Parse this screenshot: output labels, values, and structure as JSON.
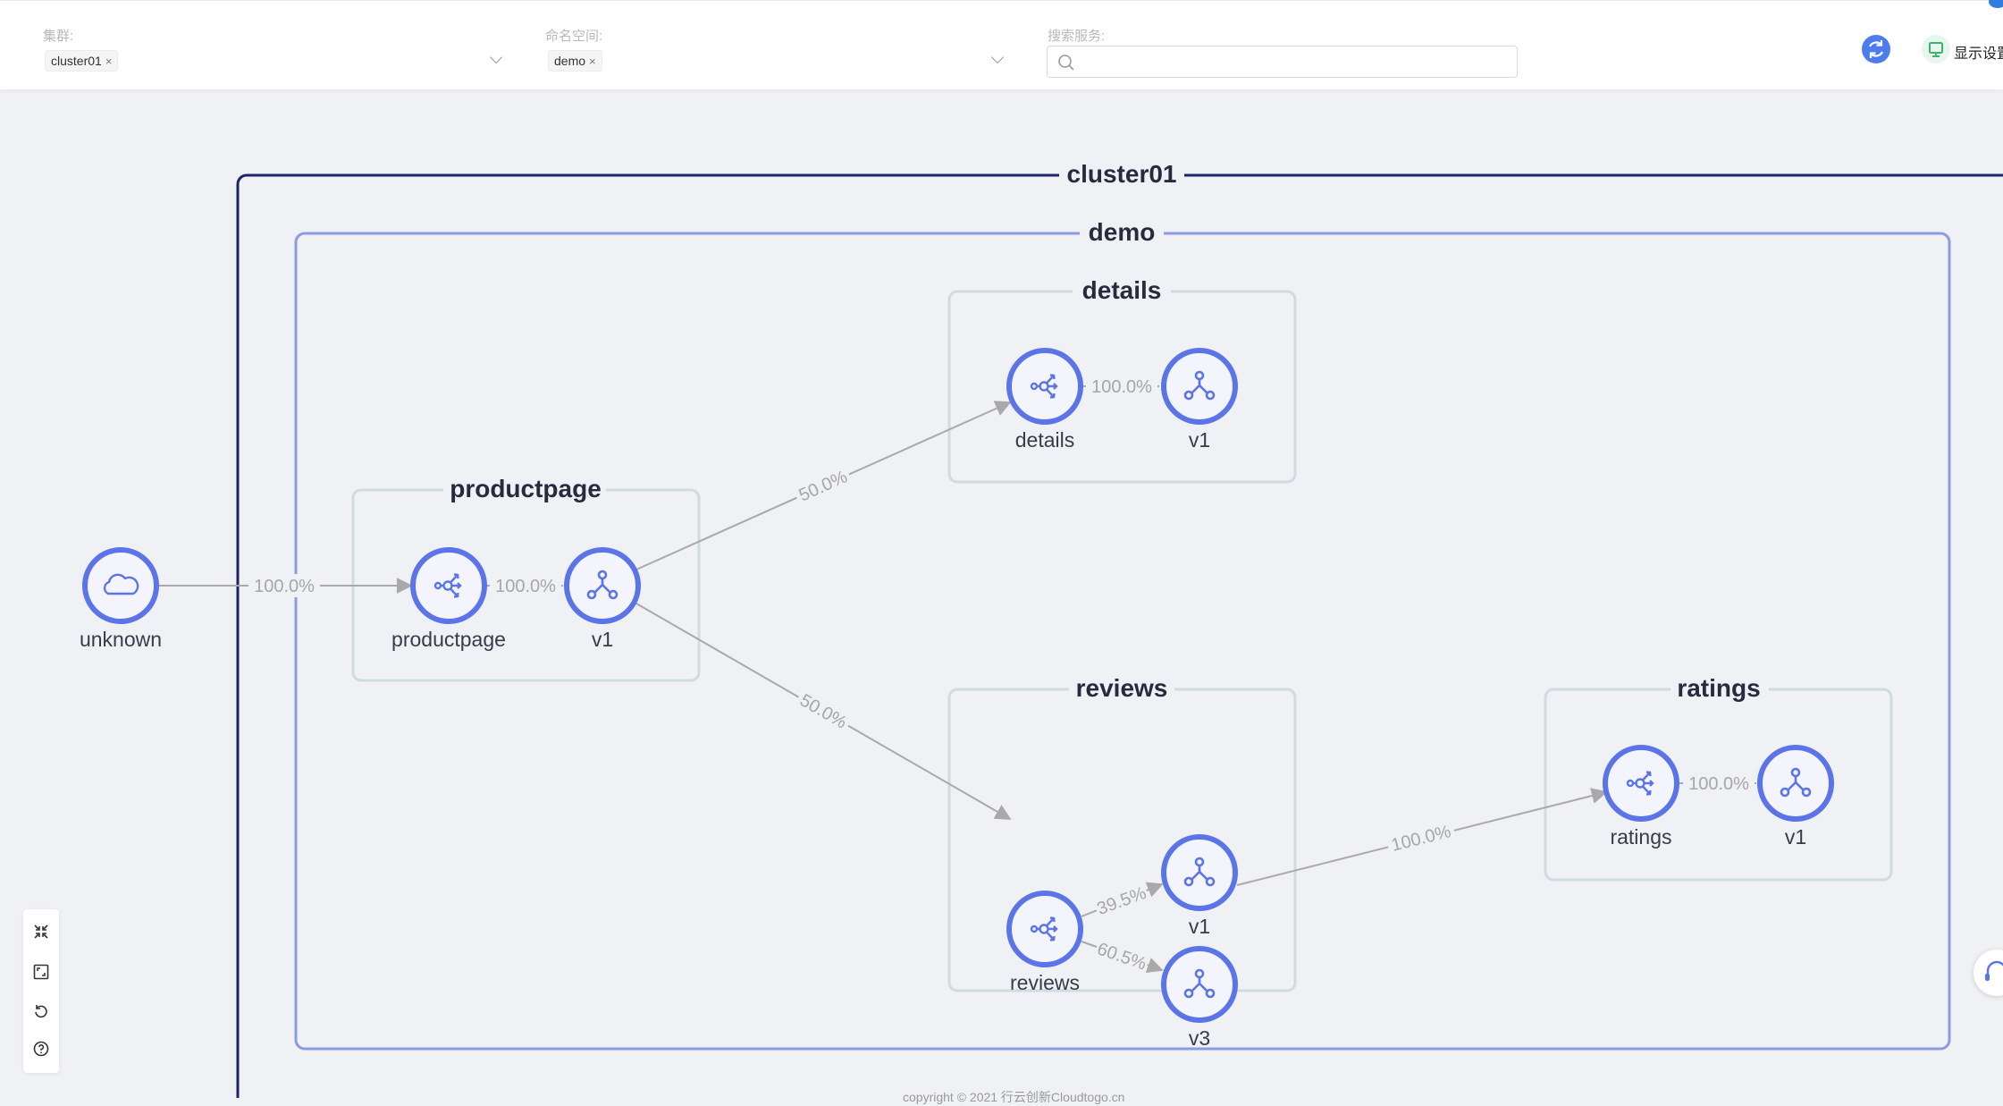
{
  "filters": {
    "cluster_label": "集群:",
    "cluster_tag": "cluster01",
    "namespace_label": "命名空间:",
    "namespace_tag": "demo",
    "search_label": "搜索服务:",
    "search_value": "",
    "display_settings_label": "显示设置"
  },
  "graph": {
    "groups": {
      "cluster": "cluster01",
      "namespace": "demo",
      "details": "details",
      "productpage": "productpage",
      "reviews": "reviews",
      "ratings": "ratings"
    },
    "nodes": {
      "unknown": "unknown",
      "productpage": "productpage",
      "productpage_v1": "v1",
      "details": "details",
      "details_v1": "v1",
      "reviews": "reviews",
      "reviews_v1": "v1",
      "reviews_v3": "v3",
      "ratings": "ratings",
      "ratings_v1": "v1"
    },
    "edges": {
      "unknown_to_productpage": "100.0%",
      "productpage_to_v1": "100.0%",
      "productpage_v1_to_details": "50.0%",
      "productpage_v1_to_reviews": "50.0%",
      "details_to_v1": "100.0%",
      "reviews_to_v1": "39.5%",
      "reviews_to_v3": "60.5%",
      "reviews_v3_to_ratings": "100.0%",
      "ratings_to_v1": "100.0%"
    }
  },
  "footer": {
    "copyright": "copyright © 2021 行云创新Cloudtogo.cn"
  },
  "colors": {
    "node_stroke": "#5b74e8",
    "cluster_border": "#1a2466",
    "namespace_border": "#8b9ae3",
    "service_box_border": "#cfdcdf",
    "edge": "#a9a9a9"
  }
}
